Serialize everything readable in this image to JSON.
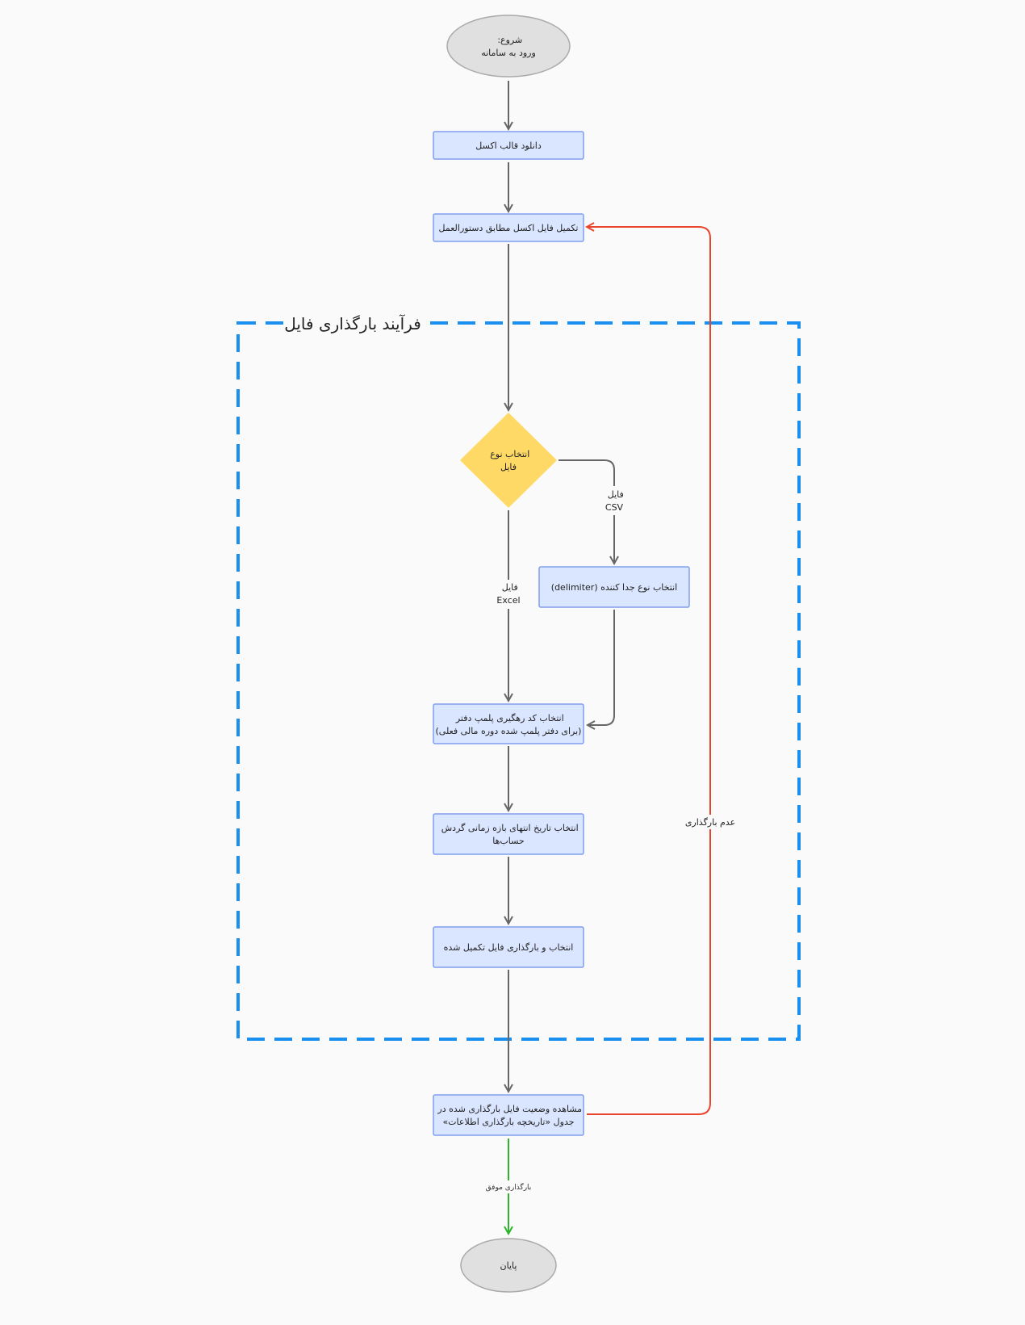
{
  "colors": {
    "background": "#fafafa",
    "terminal_fill": "#e0e0e0",
    "terminal_stroke": "#aaaaaa",
    "process_fill": "#dae5ff",
    "process_stroke": "#7f9ef0",
    "decision_fill": "#ffd966",
    "edge": "#666666",
    "retry_edge": "#e8452c",
    "success_edge": "#2cb52c",
    "group_border": "#1a8ff0"
  },
  "group": {
    "title": "فرآیند بارگذاری فایل"
  },
  "nodes": {
    "start": {
      "line1": "شروع:",
      "line2": "ورود به سامانه"
    },
    "download": {
      "label": "دانلود قالب اکسل"
    },
    "fill": {
      "label": "تکمیل فایل اکسل مطابق دستورالعمل"
    },
    "decision": {
      "line1": "انتخاب نوع",
      "line2": "فایل"
    },
    "delimiter": {
      "label": "انتخاب نوع جدا کننده (delimiter)"
    },
    "tracking": {
      "line1": "انتخاب کد رهگیری پلمپ دفتر",
      "line2": "(برای دفتر پلمپ شده دوره مالی فعلی)"
    },
    "date": {
      "line1": "انتخاب تاریخ انتهای بازه زمانی گردش",
      "line2": "حساب‌ها"
    },
    "upload": {
      "label": "انتخاب و بارگذاری فایل تکمیل شده"
    },
    "status": {
      "line1": "مشاهده وضعیت فایل بارگذاری شده در",
      "line2": "جدول «تاریخچه بارگذاری اطلاعات»"
    },
    "end": {
      "label": "پایان"
    }
  },
  "edge_labels": {
    "csv": {
      "line1": "فایل",
      "line2": "CSV"
    },
    "excel": {
      "line1": "فایل",
      "line2": "Excel"
    },
    "failed": "عدم بارگذاری",
    "success": "بارگذاری موفق"
  }
}
